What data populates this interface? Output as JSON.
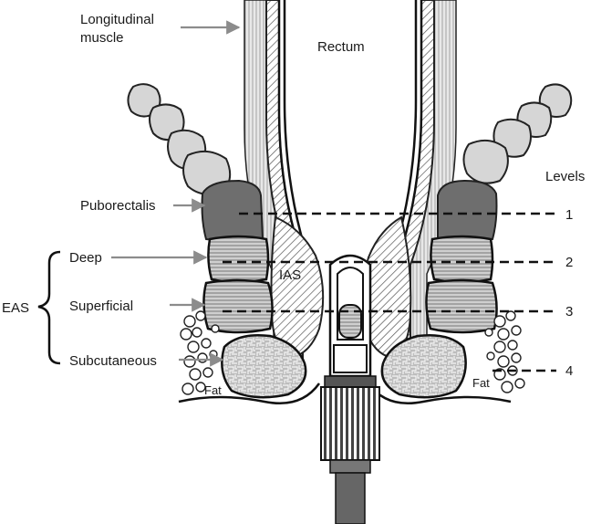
{
  "labels": {
    "longitudinal_line1": "Longitudinal",
    "longitudinal_line2": "muscle",
    "rectum": "Rectum",
    "puborectalis": "Puborectalis",
    "deep": "Deep",
    "superficial": "Superficial",
    "subcutaneous": "Subcutaneous",
    "eas": "EAS",
    "ias": "IAS",
    "fat_left": "Fat",
    "fat_right": "Fat",
    "levels_title": "Levels"
  },
  "levels": [
    "1",
    "2",
    "3",
    "4"
  ],
  "colors": {
    "puborectalis": "#6e6e6e",
    "pelvic_floor": "#d6d6d6",
    "sphincter_band": "#9a9a9a",
    "outline": "#111111",
    "arrow": "#8c8c8c"
  }
}
